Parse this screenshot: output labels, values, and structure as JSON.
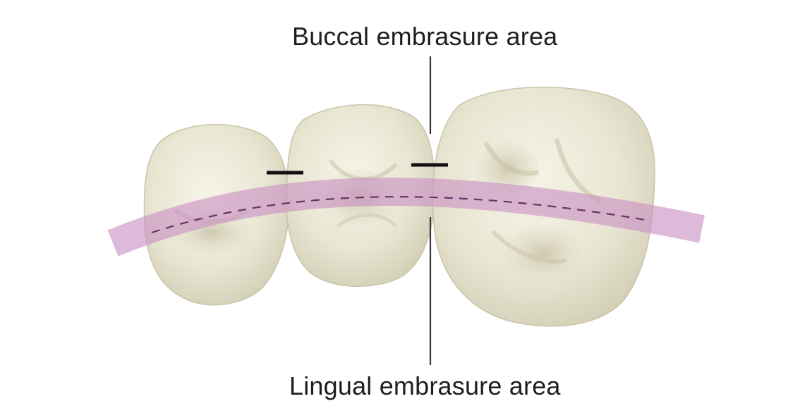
{
  "labels": {
    "buccal": "Buccal embrasure area",
    "lingual": "Lingual embrasure area"
  },
  "colors": {
    "tooth_fill": "#ece9d8",
    "tooth_shadow": "#cfcbb4",
    "arch_band": "#c98fc4",
    "arch_dash": "#6a3466",
    "line": "#3a3a3a",
    "contact_mark": "#111111"
  },
  "teeth": [
    "premolar-1",
    "premolar-2",
    "molar"
  ]
}
